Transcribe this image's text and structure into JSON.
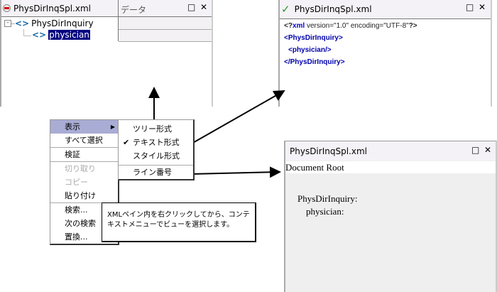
{
  "tree_panel": {
    "title": "PhysDirInqSpl.xml",
    "column_header": "データ",
    "nodes": [
      {
        "label": "PhysDirInquiry"
      },
      {
        "label": "physician"
      }
    ]
  },
  "text_panel": {
    "title": "PhysDirInqSpl.xml",
    "lines": {
      "decl_open": "<?",
      "decl_kw": "xml",
      "decl_attrs": " version=\"1.0\" encoding=\"UTF-8\"",
      "decl_close": "?>",
      "l2": "<PhysDirInquiry>",
      "l3": "<physician/>",
      "l4": "</PhysDirInquiry>"
    }
  },
  "style_panel": {
    "title": "PhysDirInqSpl.xml",
    "doc_root": "Document Root",
    "lines": [
      "PhysDirInquiry:",
      "physician:"
    ]
  },
  "context_menu": {
    "items": [
      "表示",
      "すべて選択",
      "検証",
      "切り取り",
      "コピー",
      "貼り付け",
      "検索...",
      "次の検索",
      "置換..."
    ]
  },
  "submenu": {
    "items": [
      "ツリー形式",
      "テキスト形式",
      "スタイル形式",
      "ライン番号"
    ],
    "checked": "テキスト形式"
  },
  "callout": {
    "text": "XMLペイン内を右クリックしてから、コンテキストメニューでビューを選択します。"
  },
  "window_controls": {
    "restore": "□",
    "close": "✕"
  }
}
